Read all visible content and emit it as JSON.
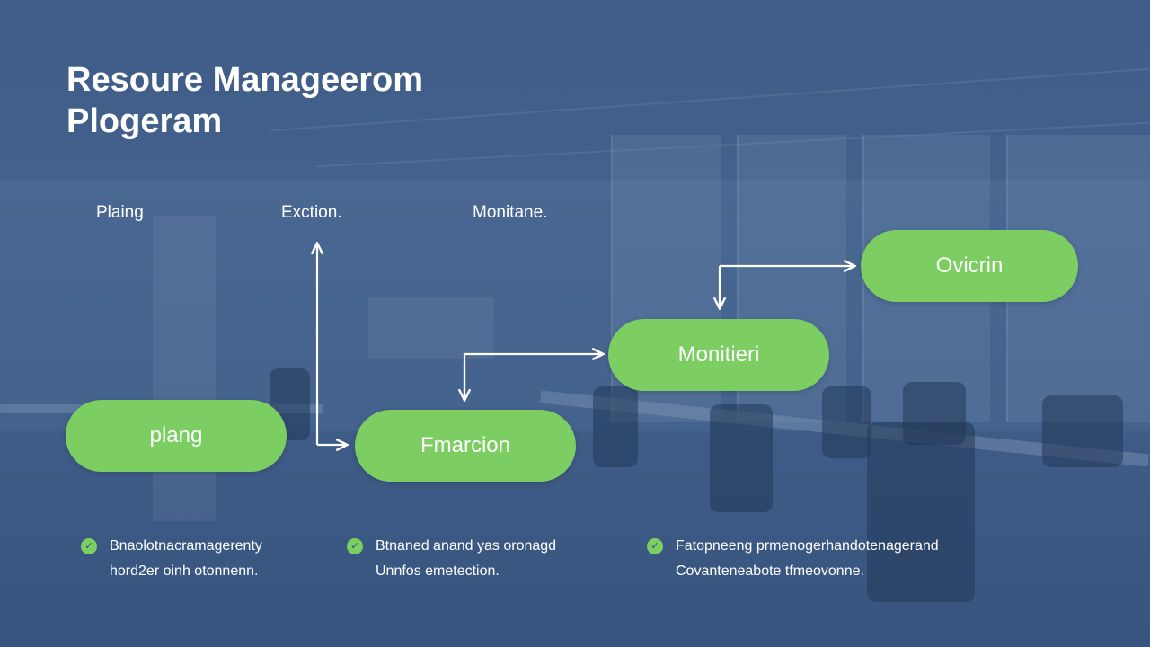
{
  "title": {
    "line1": "Resoure Manageerom",
    "line2": "Plogeram"
  },
  "stage_labels": {
    "planning": "Plaing",
    "execution": "Exction.",
    "monitoring": "Monitane."
  },
  "nodes": {
    "planning": "plang",
    "execution": "Fmarcion",
    "monitoring": "Monitieri",
    "optimization": "Ovicrin"
  },
  "notes": [
    {
      "icon": "leaf-icon",
      "line1": "Bnaolotnacramagerenty",
      "line2": "hord2er oinh otonnenn."
    },
    {
      "icon": "leaf-icon",
      "line1": "Btnaned anand yas oronagd",
      "line2": "Unnfos emetection."
    },
    {
      "icon": "leaf-icon",
      "line1": "Fatopneeng prmenogerhandotenagerand",
      "line2": "Covanteneabote tfmeovonne."
    }
  ],
  "colors": {
    "accent": "#7cce63",
    "text": "#ffffff",
    "background": "#3d5a80"
  }
}
